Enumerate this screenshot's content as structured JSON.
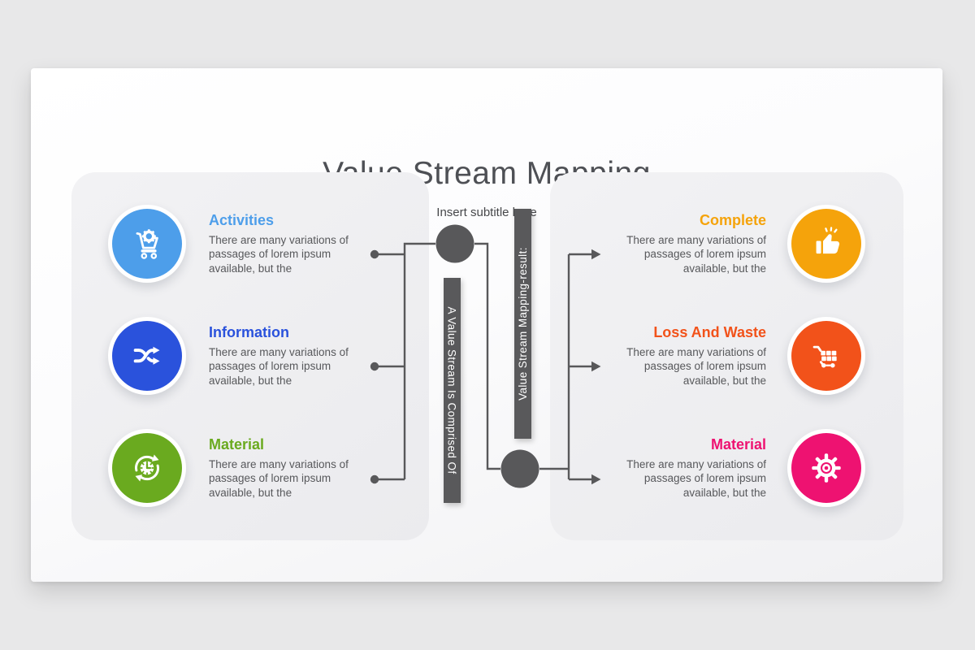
{
  "theme": {
    "dark": "#58585A",
    "background": "#E8E8E9",
    "slide_background": "#FBFBFC",
    "panel_background": "#EFEFF1"
  },
  "header": {
    "title": "Value Stream Mapping",
    "subtitle": "Insert subtitle here"
  },
  "center": {
    "left_bar_label": "A Value Stream Is Comprised Of",
    "right_bar_label": "Value Stream Mapping-result:"
  },
  "panels": {
    "left": {
      "items": [
        {
          "title": "Activities",
          "desc": "There are many variations of passages of lorem ipsum available, but the",
          "color": "#4D9EEA",
          "icon": "cart-gear-icon"
        },
        {
          "title": "Information",
          "desc": "There are many variations of passages of lorem ipsum available, but the",
          "color": "#2A52DC",
          "icon": "shuffle-icon"
        },
        {
          "title": "Material",
          "desc": "There are many variations of passages of lorem ipsum available, but the",
          "color": "#6AAA1F",
          "icon": "clock-cycle-icon"
        }
      ]
    },
    "right": {
      "items": [
        {
          "title": "Complete",
          "desc": "There are many variations of passages of lorem ipsum available, but the",
          "color": "#F5A30B",
          "icon": "thumbs-up-icon"
        },
        {
          "title": "Loss And Waste",
          "desc": "There are many variations of passages of lorem ipsum available, but the",
          "color": "#F2521A",
          "icon": "cart-items-icon"
        },
        {
          "title": "Material",
          "desc": "There are many variations of passages of lorem ipsum available, but the",
          "color": "#EE1271",
          "icon": "gear-icon"
        }
      ]
    }
  }
}
